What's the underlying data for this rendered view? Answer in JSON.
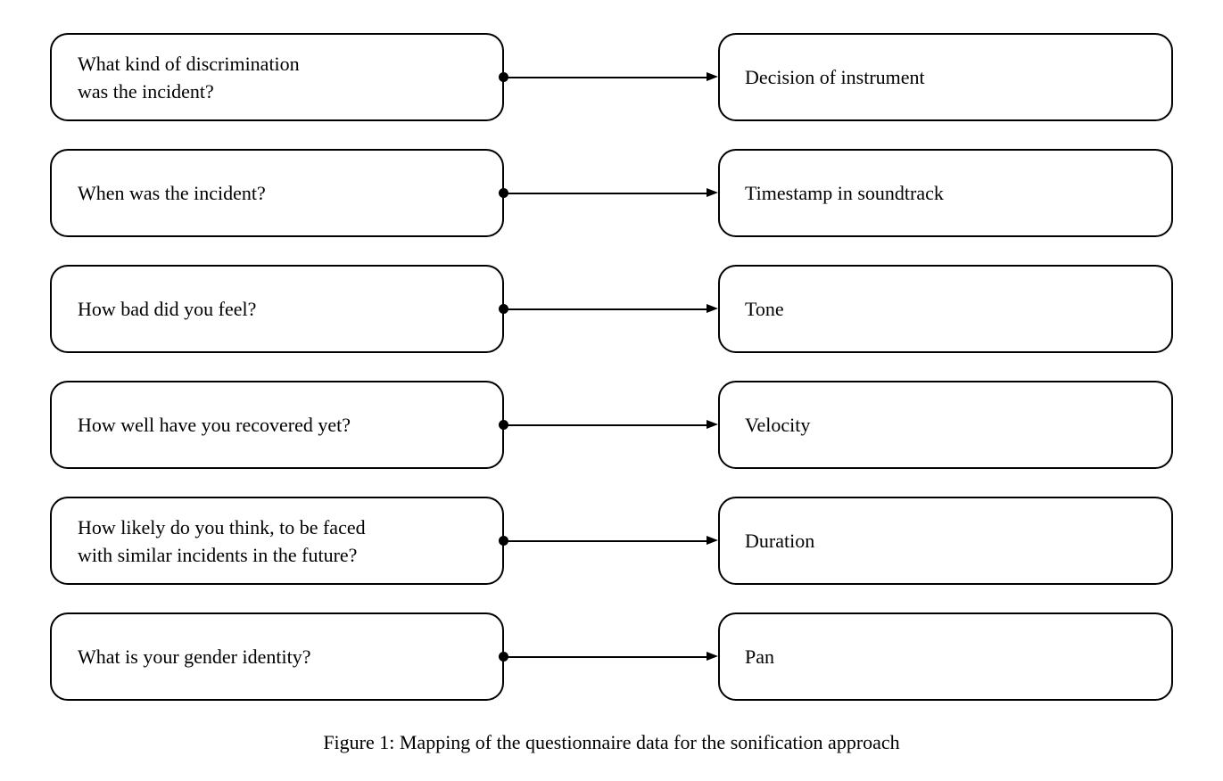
{
  "figure": {
    "caption": "Figure 1: Mapping of the questionnaire data for the sonification approach"
  },
  "colors": {
    "background": "#ffffff",
    "border": "#000000",
    "text": "#000000",
    "connector": "#000000"
  },
  "mappings": [
    {
      "question": "What kind of discrimination\nwas the incident?",
      "parameter": "Decision of instrument"
    },
    {
      "question": "When was the incident?",
      "parameter": "Timestamp in soundtrack"
    },
    {
      "question": "How bad did you feel?",
      "parameter": "Tone"
    },
    {
      "question": "How well have you recovered yet?",
      "parameter": "Velocity"
    },
    {
      "question": "How likely do you think, to be faced\nwith similar incidents in the future?",
      "parameter": "Duration"
    },
    {
      "question": "What is your gender identity?",
      "parameter": "Pan"
    }
  ]
}
